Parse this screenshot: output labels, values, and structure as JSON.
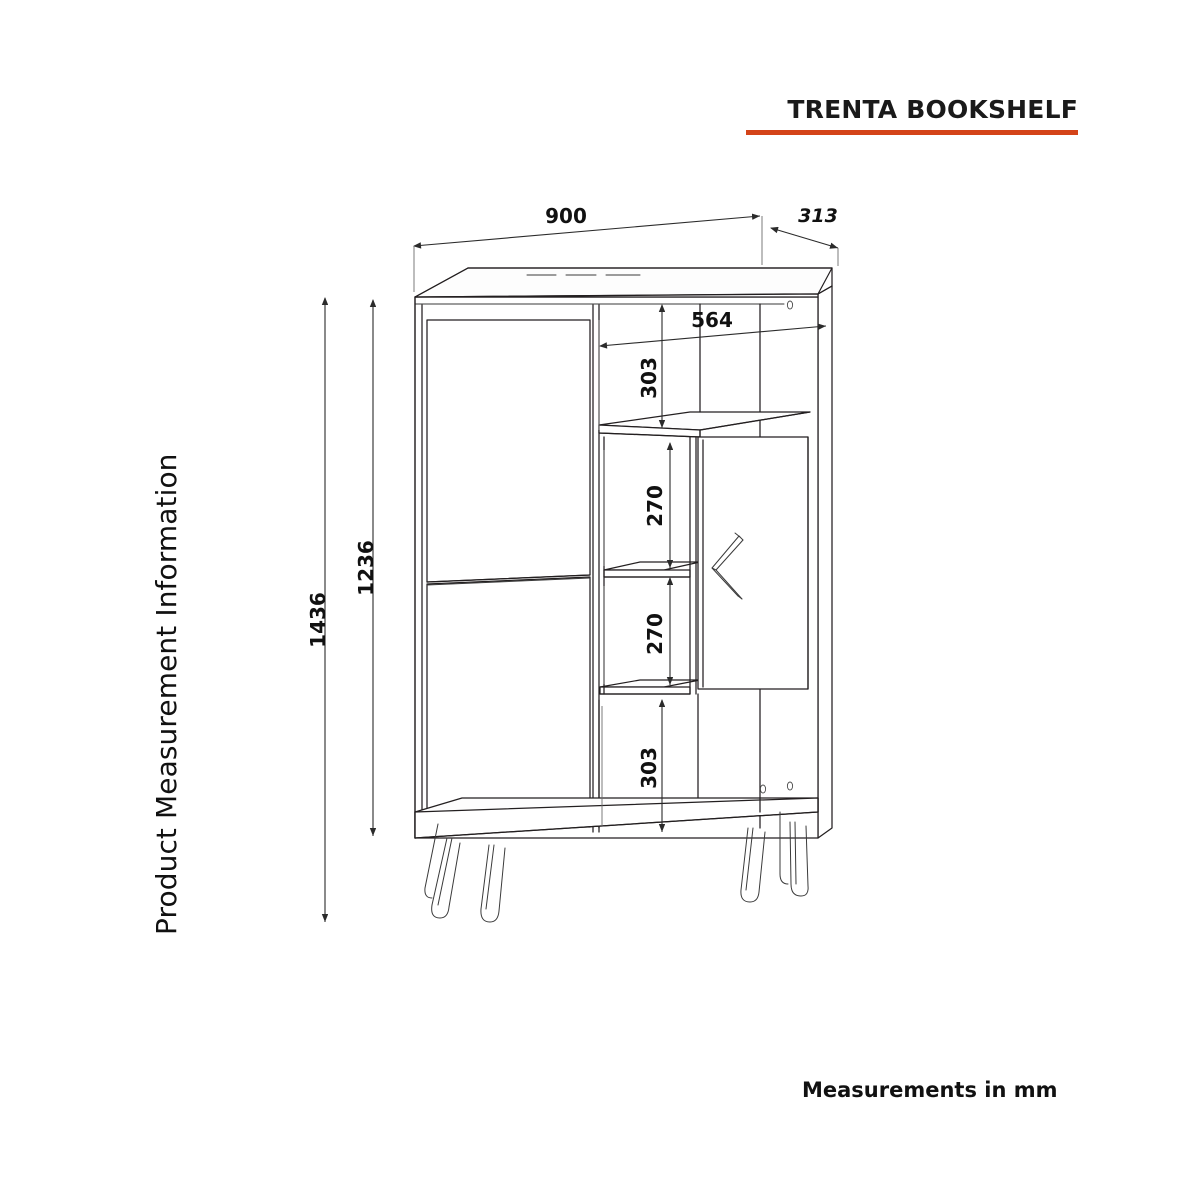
{
  "page": {
    "title": "TRENTA BOOKSHELF",
    "side_label": "Product Measurement Information",
    "footer_note": "Measurements in mm",
    "accent_color": "#d44419",
    "line_color": "#231f20",
    "background": "#ffffff"
  },
  "chart_data": {
    "type": "table",
    "title": "TRENTA BOOKSHELF",
    "subtitle": "Product Measurement Information",
    "units": "mm",
    "view": "isometric technical drawing",
    "categories": [
      "overall width",
      "depth",
      "overall height",
      "body height",
      "top compartment width",
      "top compartment height",
      "middle shelf 1 height",
      "middle shelf 2 height",
      "bottom compartment height"
    ],
    "values": [
      900,
      313,
      1436,
      1236,
      564,
      303,
      270,
      270,
      303
    ],
    "labels": [
      "900",
      "313",
      "1436",
      "1236",
      "564",
      "303",
      "270",
      "270",
      "303"
    ],
    "xlabel": "",
    "ylabel": "",
    "annotations": [
      "Measurements in mm"
    ]
  },
  "dimensions": {
    "width_900": "900",
    "depth_313": "313",
    "height_1436": "1436",
    "height_1236": "1236",
    "shelf_width_564": "564",
    "top_height_303": "303",
    "mid_height_270_upper": "270",
    "mid_height_270_lower": "270",
    "bottom_height_303": "303"
  },
  "product": {
    "name": "Trenta Bookshelf",
    "parts": {
      "top_panel": "top-panel",
      "left_door_upper": "left-upper-door",
      "left_door_lower": "left-lower-door",
      "cabinet_door": "right-cabinet-door",
      "door_handle": "chevron-handle",
      "shelf_upper": "upper-shelf",
      "shelf_middle": "middle-shelf",
      "shelf_lower": "lower-shelf",
      "bottom_panel": "bottom-panel",
      "legs": "hairpin-legs"
    }
  }
}
